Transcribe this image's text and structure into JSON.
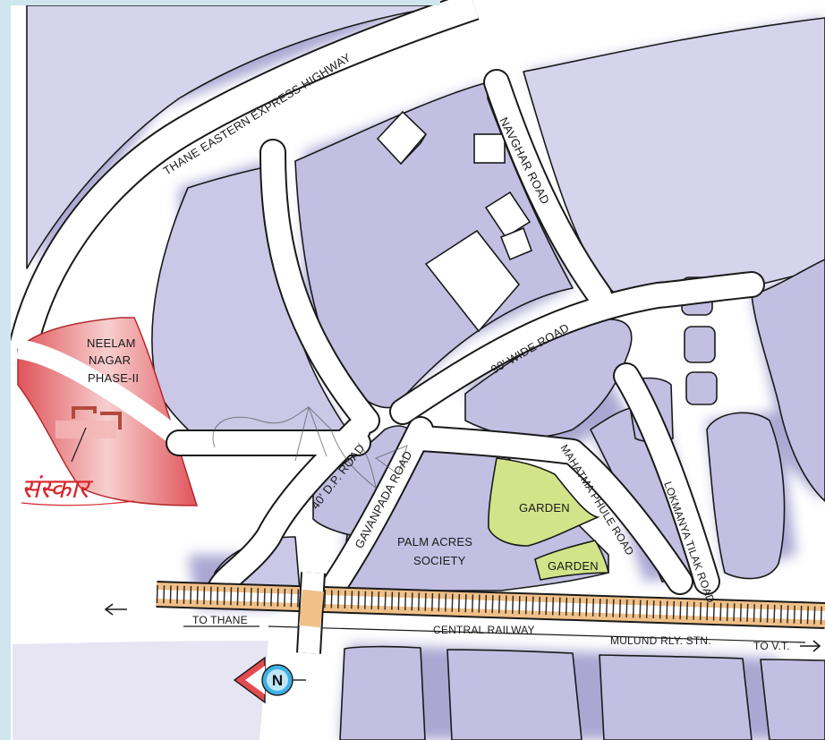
{
  "colors": {
    "road": "#ffffff",
    "block": "#b9b5dc",
    "block_shadow": "#8f89c4",
    "outline": "#1a1a1a",
    "garden": "#d3e38a",
    "project": "#e96f72",
    "project_light": "#f6c8c8",
    "rail_band": "#f0c088",
    "background_frame": "#cfe6ef"
  },
  "labels": {
    "highway": "THANE EASTERN EXPRESS HIGHWAY",
    "navghar_road": "NAVGHAR ROAD",
    "wide_road": "90' WIDE ROAD",
    "dp_road": "40' D.P. ROAD",
    "gavanpada_road": "GAVANPADA ROAD",
    "mahatma_phule_road": "MAHATMA PHULE ROAD",
    "lokmanya_tilak_road": "LOKMANYA TILAK ROAD",
    "neelam_line1": "NEELAM",
    "neelam_line2": "NAGAR",
    "neelam_line3": "PHASE-II",
    "garden_1": "GARDEN",
    "garden_2": "GARDEN",
    "palm_line1": "PALM ACRES",
    "palm_line2": "SOCIETY",
    "to_thane": "TO THANE",
    "central_railway": "CENTRAL RAILWAY",
    "mulund_station": "MULUND RLY. STN.",
    "to_vt": "TO V.T.",
    "brand_logo": "संस्कार",
    "compass": "N"
  },
  "icons": {
    "arrow_left": "arrow-left-icon",
    "arrow_right": "arrow-right-icon",
    "compass": "compass-north-icon",
    "project_marker": "project-location-marker-icon"
  }
}
